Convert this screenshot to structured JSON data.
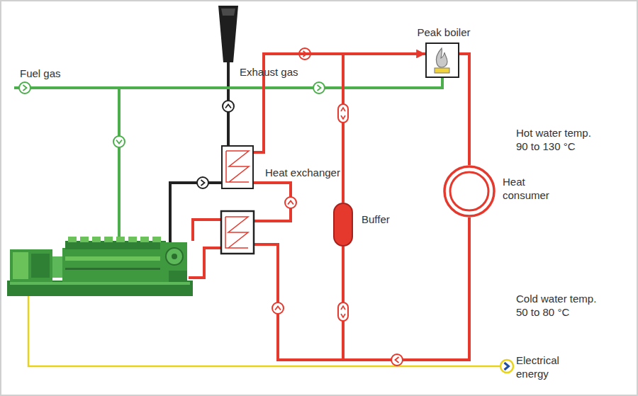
{
  "diagram": {
    "nodes": [
      {
        "text": [
          "Peak boiler"
        ]
      },
      {
        "text": [
          "Heat exchanger"
        ]
      },
      {
        "text": [
          "Buffer"
        ]
      },
      {
        "text": [
          "Heat consumer"
        ]
      }
    ],
    "edges": [
      {
        "from": 1,
        "to": 0,
        "arrow": "to"
      },
      {
        "from": 0,
        "to": 3,
        "arrow": "none"
      }
    ],
    "labels": [
      "Exhaust gas",
      "Fuel gas",
      "Hot water temp. 90 to 130 °C",
      "Cold water temp. 50 to 80 °C",
      "Electrical energy"
    ]
  }
}
